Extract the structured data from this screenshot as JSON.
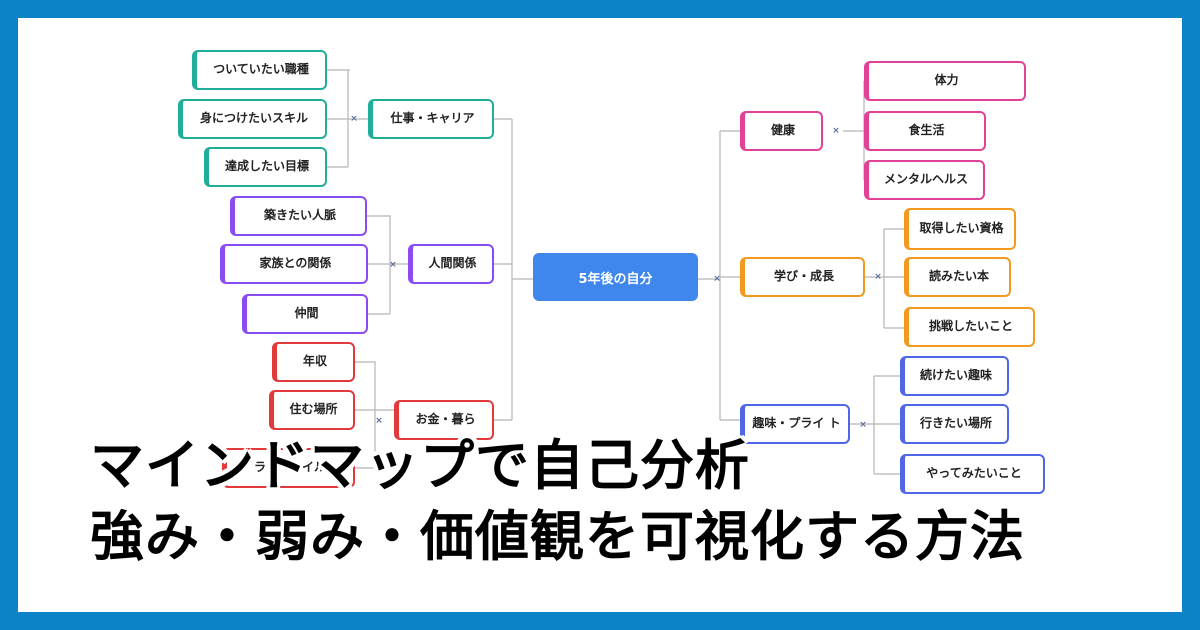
{
  "root": "5年後の自分",
  "left_branches": {
    "career": {
      "label": "仕事・キャリア",
      "children": [
        "ついていたい職種",
        "身につけたいスキル",
        "達成したい目標"
      ]
    },
    "relations": {
      "label": "人間関係",
      "children": [
        "築きたい人脈",
        "家族との関係",
        "仲間"
      ]
    },
    "money": {
      "label": "お金・暮ら",
      "children": [
        "年収",
        "住む場所",
        "ライ　タイル"
      ]
    }
  },
  "right_branches": {
    "health": {
      "label": "健康",
      "children": [
        "体力",
        "食生活",
        "メンタルヘルス"
      ]
    },
    "learning": {
      "label": "学び・成長",
      "children": [
        "取得したい資格",
        "読みたい本",
        "挑戦したいこと"
      ]
    },
    "hobby": {
      "label": "趣味・プライ ト",
      "children": [
        "続けたい趣味",
        "行きたい場所",
        "やってみたいこと"
      ]
    }
  },
  "headline": {
    "line1": "マインドマップで自己分析",
    "line2": "強み・弱み・価値観を可視化する方法"
  },
  "colors": {
    "frame": "#0b83c6",
    "root": "#3f87ec",
    "career": "#1fae99",
    "relations": "#8a4cf0",
    "money": "#e23a3a",
    "health": "#e34098",
    "learning": "#f29a1d",
    "hobby": "#5166e6"
  },
  "icons": {
    "toggle": "collapse-toggle-icon"
  }
}
